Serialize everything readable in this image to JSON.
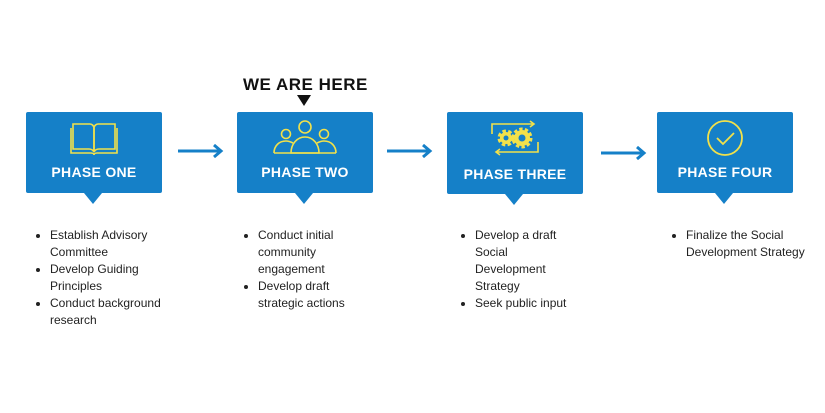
{
  "marker": "WE ARE HERE",
  "phases": [
    {
      "label": "PHASE ONE",
      "icon": "book-icon",
      "items": [
        "Establish Advisory Committee",
        "Develop Guiding Principles",
        "Conduct background research"
      ]
    },
    {
      "label": "PHASE TWO",
      "icon": "people-icon",
      "items": [
        "Conduct initial community engagement",
        "Develop draft strategic actions"
      ]
    },
    {
      "label": "PHASE THREE",
      "icon": "gears-cycle-icon",
      "items": [
        "Develop a draft Social Development Strategy",
        "Seek public input"
      ]
    },
    {
      "label": "PHASE FOUR",
      "icon": "check-circle-icon",
      "items": [
        "Finalize the Social Development Strategy"
      ]
    }
  ],
  "colors": {
    "box": "#1580c8",
    "icon": "#f2e14a",
    "arrow": "#1580c8"
  }
}
